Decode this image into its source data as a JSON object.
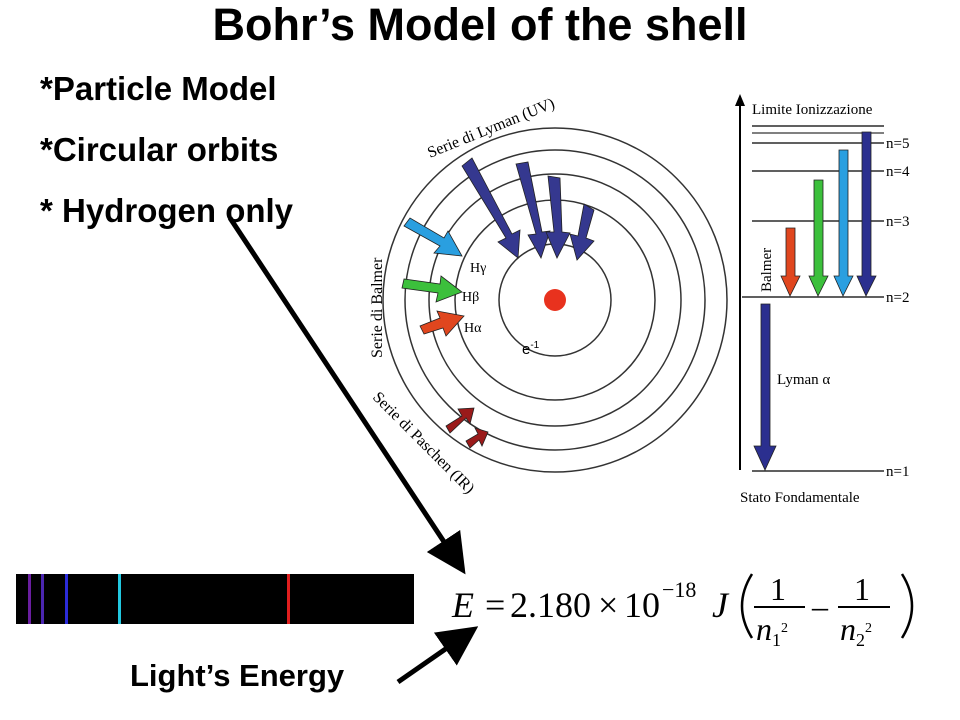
{
  "title": "Bohr’s Model of the shell",
  "bullets": [
    "*Particle Model",
    "*Circular orbits",
    "* Hydrogen only"
  ],
  "atom": {
    "lyman_series_label": "Serie di Lyman (UV)",
    "balmer_series_label": "Serie di Balmer",
    "paschen_series_label": "Serie di Paschen (IR)",
    "h_gamma": "Hγ",
    "h_beta": "Hβ",
    "h_alpha": "Hα",
    "electron_base": "e",
    "electron_exp": "-1",
    "colors": {
      "nucleus": "#e8321e",
      "lyman": "#35388f",
      "balmer_gamma": "#2a9fe0",
      "balmer_beta": "#3cc03c",
      "balmer_alpha": "#e0461e",
      "paschen": "#9a1a1a"
    }
  },
  "energy_levels": {
    "ionization_limit": "Limite Ionizzazione",
    "ground_state": "Stato Fondamentale",
    "levels": [
      "n=5",
      "n=4",
      "n=3",
      "n=2",
      "n=1"
    ],
    "balmer_label": "Balmer",
    "lyman_alpha_label": "Lyman α",
    "colors": {
      "red": "#e0461e",
      "green": "#3cc03c",
      "blue": "#2a9fe0",
      "navy": "#2b2f8f"
    }
  },
  "spectrum": {
    "lines": [
      {
        "color": "#6a1ea0"
      },
      {
        "color": "#4b26b0"
      },
      {
        "color": "#2b2bd8"
      },
      {
        "color": "#22c8e0"
      },
      {
        "color": "#e01e1e"
      }
    ]
  },
  "equation": {
    "lhs": "E",
    "equals": "=",
    "coefficient": "2.180",
    "times": "×",
    "base": "10",
    "exponent": "−18",
    "unit": "J",
    "numerator": "1",
    "n1": "n",
    "n1_sub": "1",
    "n2": "n",
    "n2_sub": "2",
    "square": "2",
    "minus": "–"
  },
  "energy_label": "Light’s Energy"
}
